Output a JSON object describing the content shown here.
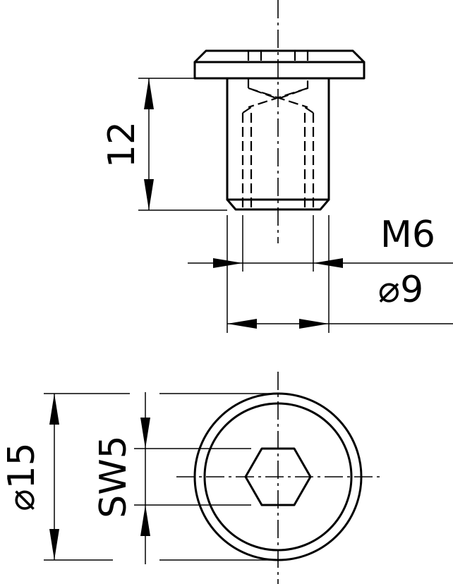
{
  "dimensions": {
    "length": "12",
    "thread": "M6",
    "shank_diameter": "⌀9",
    "head_diameter": "⌀15",
    "hex_socket": "SW5"
  },
  "colors": {
    "line": "#000000",
    "background": "#ffffff"
  }
}
